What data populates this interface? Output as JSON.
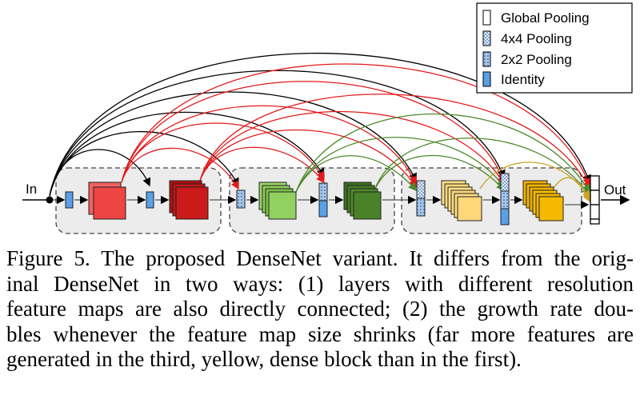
{
  "figure": {
    "input_label": "In",
    "output_label": "Out",
    "legend": [
      {
        "label": "Global Pooling",
        "pattern": "white"
      },
      {
        "label": "4x4 Pooling",
        "pattern": "checker"
      },
      {
        "label": "2x2 Pooling",
        "pattern": "dots"
      },
      {
        "label": "Identity",
        "pattern": "blue"
      }
    ],
    "colors": {
      "red_stage": "#e41a1c",
      "green_stage": "#4f8a2b",
      "yellow_stage": "#c9a227",
      "black_arrows": "#000000",
      "identity_blue": "#5aa0e6"
    }
  },
  "caption": {
    "lines": [
      "Figure 5. The proposed DenseNet variant. It differs from the orig-",
      "inal DenseNet in two ways: (1) layers with different resolution",
      "feature maps are also directly connected; (2) the growth rate dou-",
      "bles whenever the feature map size shrinks (far more features are",
      "generated in the third, yellow, dense block than in the first)."
    ]
  }
}
